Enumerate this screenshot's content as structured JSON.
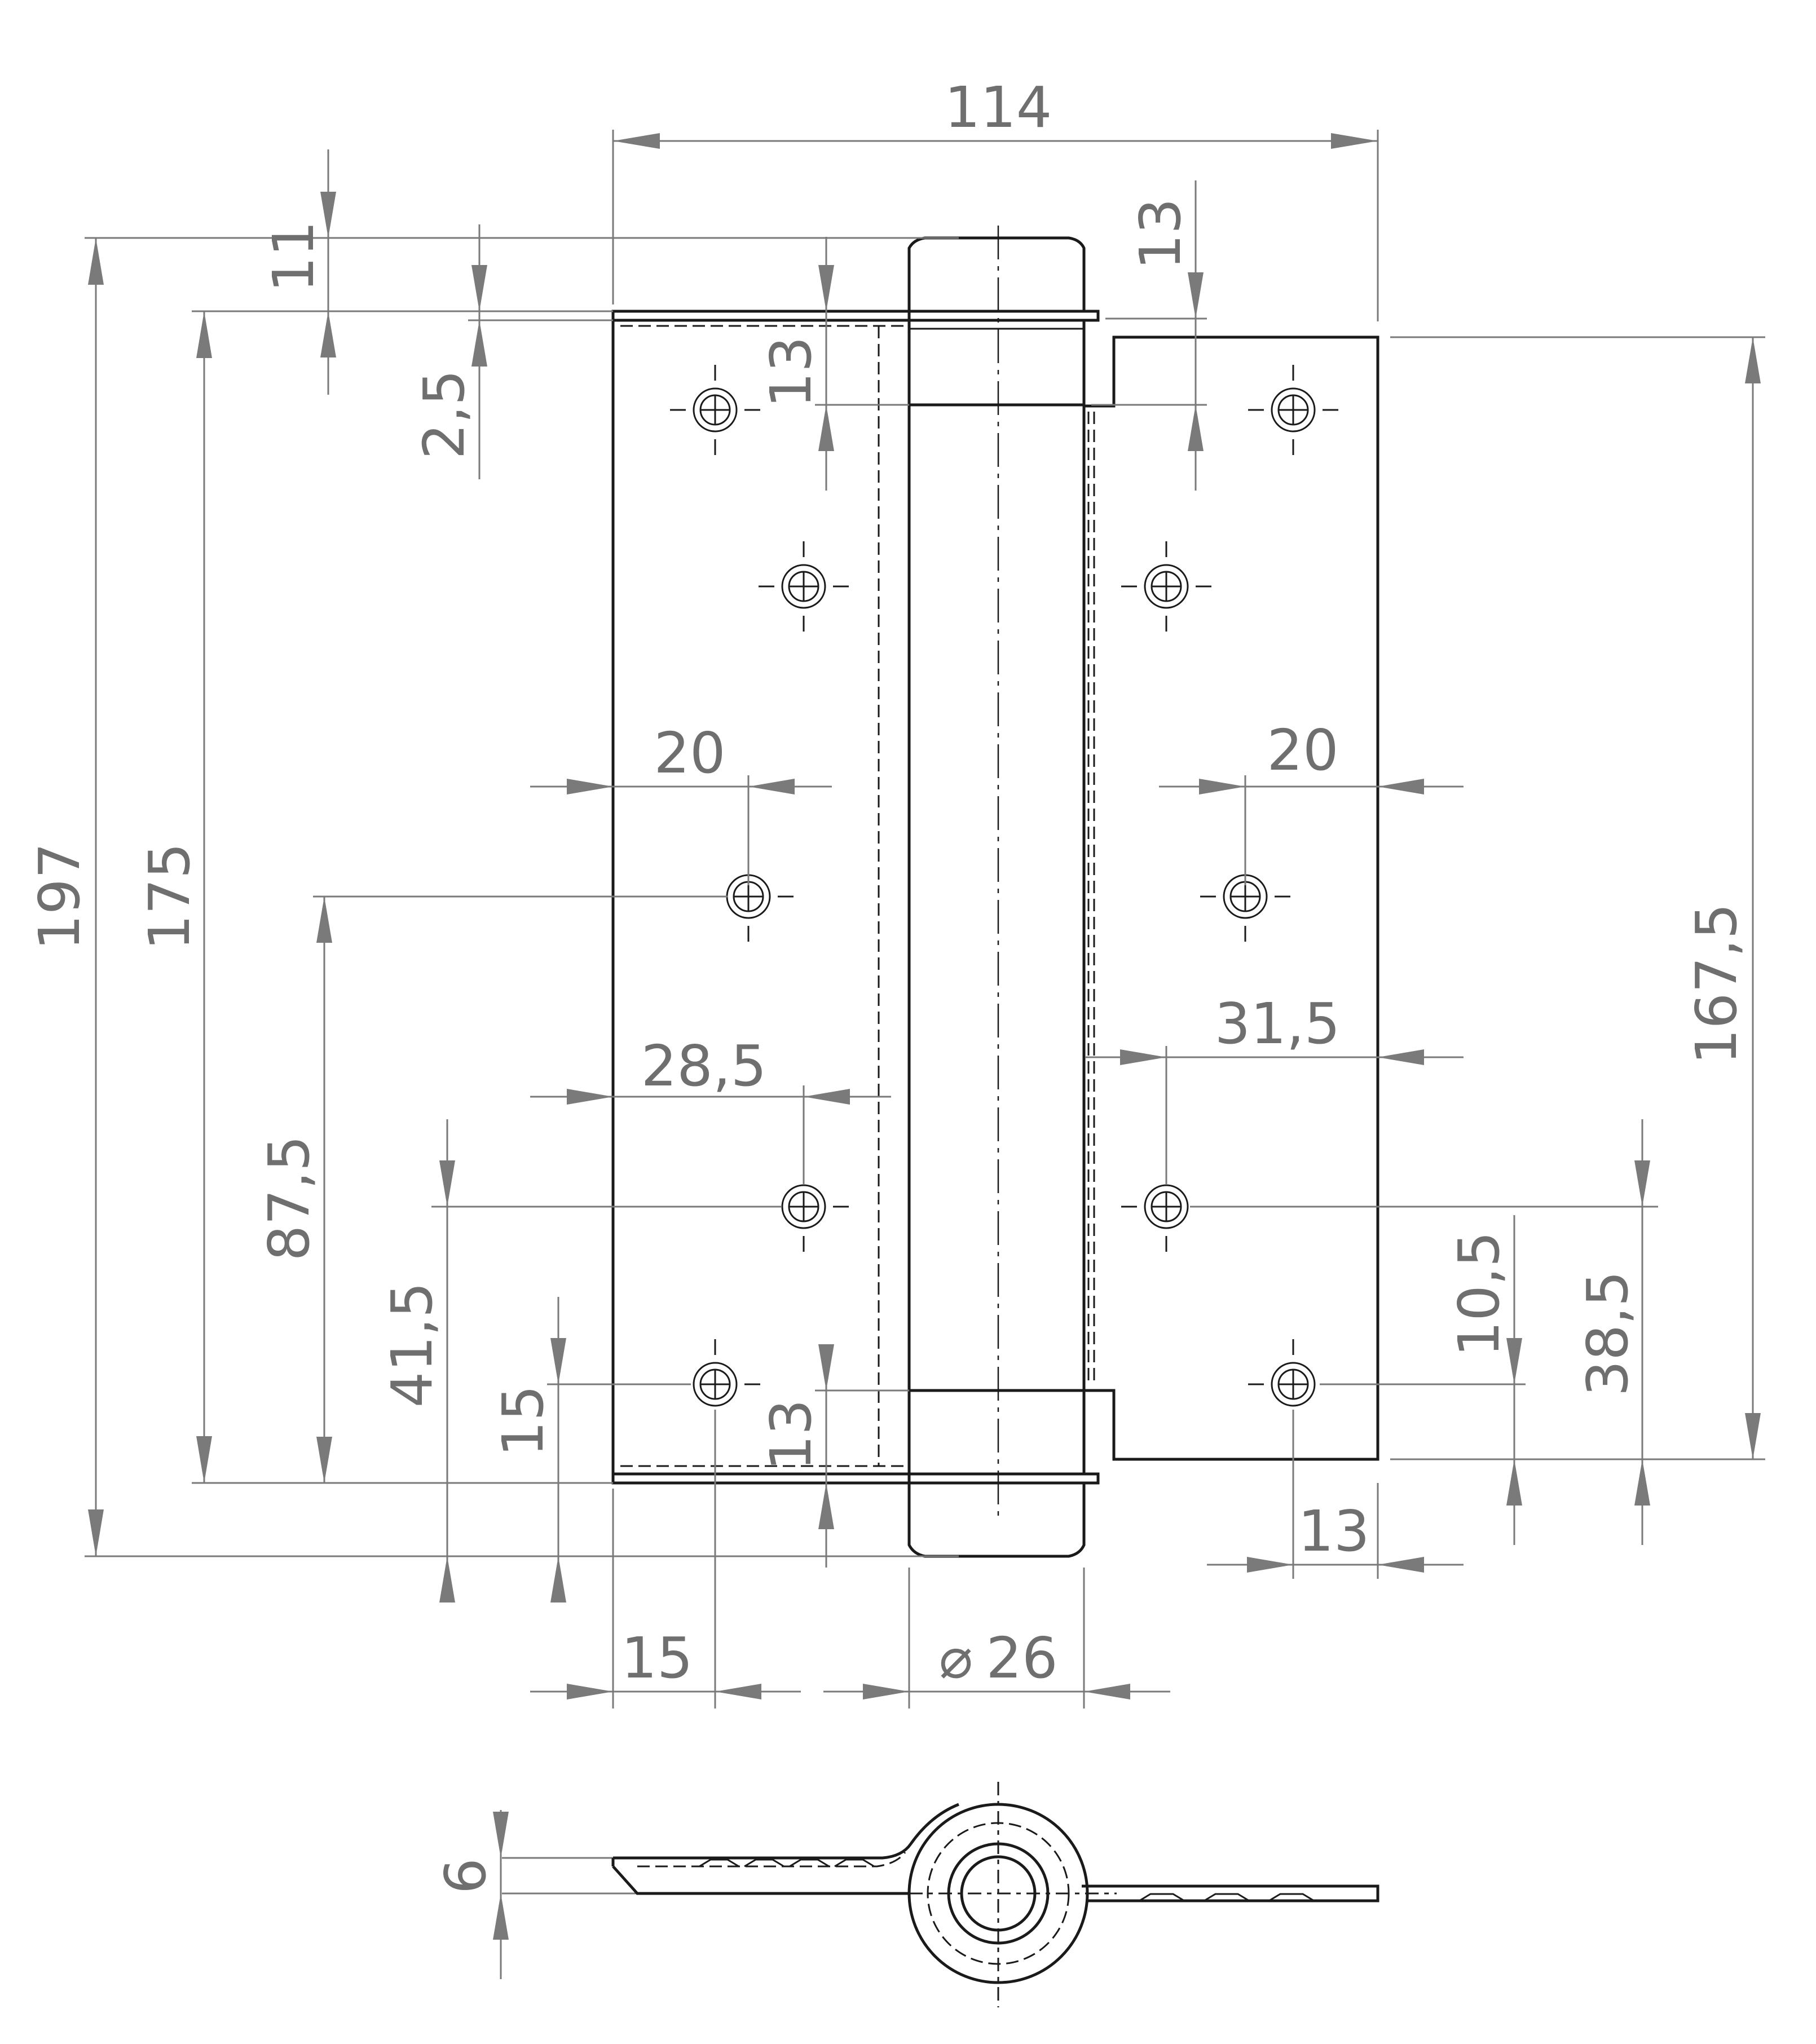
{
  "drawing": {
    "front_view_dimensions": {
      "overall_width": "114",
      "overall_height": "197",
      "leaf_left_height": "175",
      "leaf_right_height": "167,5",
      "top_offset": "11",
      "plate_thickness": "2,5",
      "barrel_cap_top_right": "13",
      "barrel_cap_top_left": "13",
      "barrel_cap_bottom": "13",
      "left_hole_spacing_top": "20",
      "right_hole_spacing_top": "20",
      "left_hole_row_middle": "87,5",
      "left_hole_inset_mid": "28,5",
      "right_hole_inset_mid": "31,5",
      "left_hole_row_lower": "41,5",
      "left_hole_row_bottom": "15",
      "right_hole_row_lower": "38,5",
      "right_hole_row_bottom": "10,5",
      "right_edge_hole_offset": "13",
      "left_edge_hole_offset": "15",
      "barrel_diameter_symbol": "⌀",
      "barrel_diameter": "26"
    },
    "section_view_dimensions": {
      "leaf_thickness": "6"
    }
  },
  "colors": {
    "dimension": "#7a7a7a",
    "part_outline": "#1a1a1a",
    "background": "#ffffff"
  }
}
